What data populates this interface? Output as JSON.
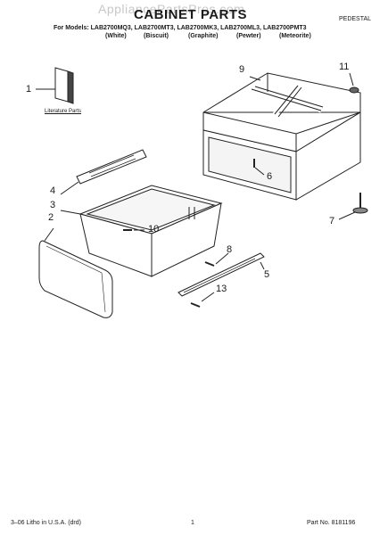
{
  "watermark": "AppliancePartsPros.com",
  "header": {
    "title": "CABINET PARTS",
    "section": "PEDESTAL",
    "models_line": "For Models: LAB2700MQ3, LAB2700MT3, LAB2700MK3, LAB2700ML3, LAB2700PMT3",
    "colors": [
      "(White)",
      "(Biscuit)",
      "(Graphite)",
      "(Pewter)",
      "(Meteorite)"
    ]
  },
  "literature_label": "Literature Parts",
  "callouts": [
    "1",
    "2",
    "3",
    "4",
    "5",
    "6",
    "7",
    "8",
    "9",
    "10",
    "11",
    "13"
  ],
  "footer": {
    "left": "3–06 Litho in U.S.A. (drd)",
    "page": "1",
    "part_no": "Part No. 8181196"
  }
}
